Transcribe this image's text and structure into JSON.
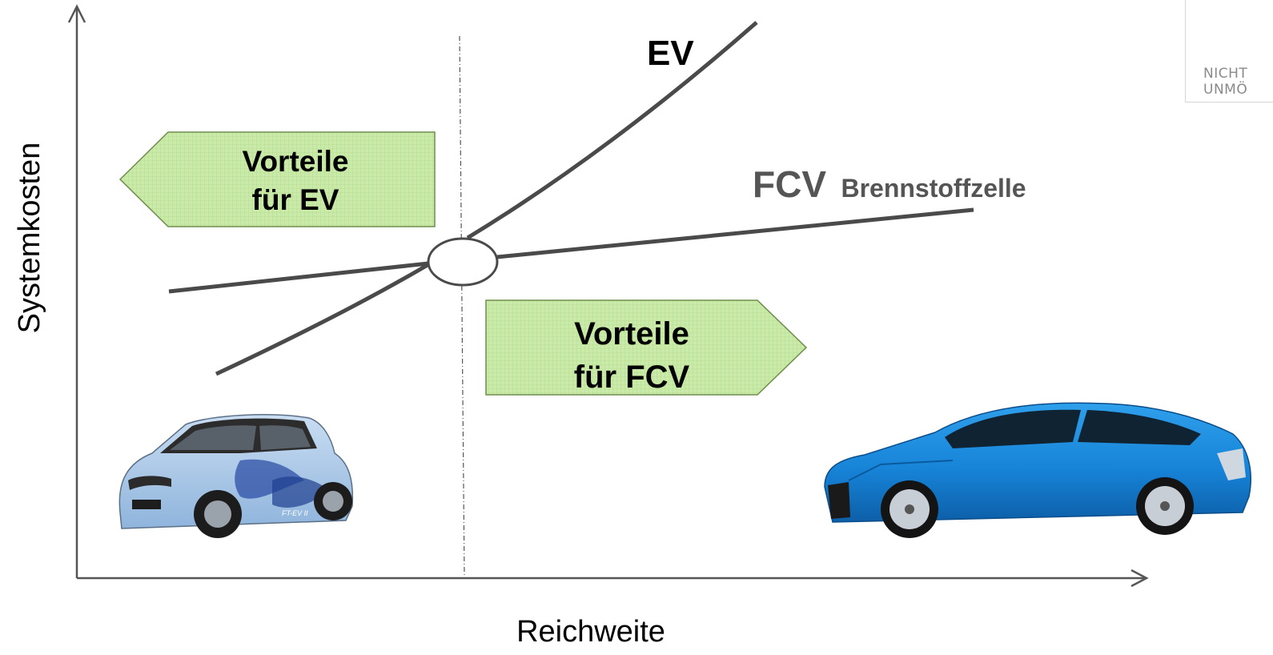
{
  "axes": {
    "y_label": "Systemkosten",
    "x_label": "Reichweite"
  },
  "curves": [
    {
      "name": "EV"
    },
    {
      "name": "FCV",
      "subtitle": "Brennstoffzelle"
    }
  ],
  "arrows": {
    "left": {
      "line1": "Vorteile",
      "line2": "für EV"
    },
    "right": {
      "line1": "Vorteile",
      "line2": "für FCV"
    }
  },
  "corner_badge": {
    "line1": "NICHT",
    "line2": "UNMÖ"
  },
  "images": [
    {
      "name": "small-ev-car",
      "label": "FT-EV II"
    },
    {
      "name": "blue-fcv-sedan"
    }
  ],
  "colors": {
    "axis": "#555555",
    "curve": "#4a4a4a",
    "arrow_fill": "#c8eaa5",
    "arrow_border": "#6e8d4a",
    "ev_car_body": "#a9c8e8",
    "fcv_car_body": "#1e86d6"
  }
}
